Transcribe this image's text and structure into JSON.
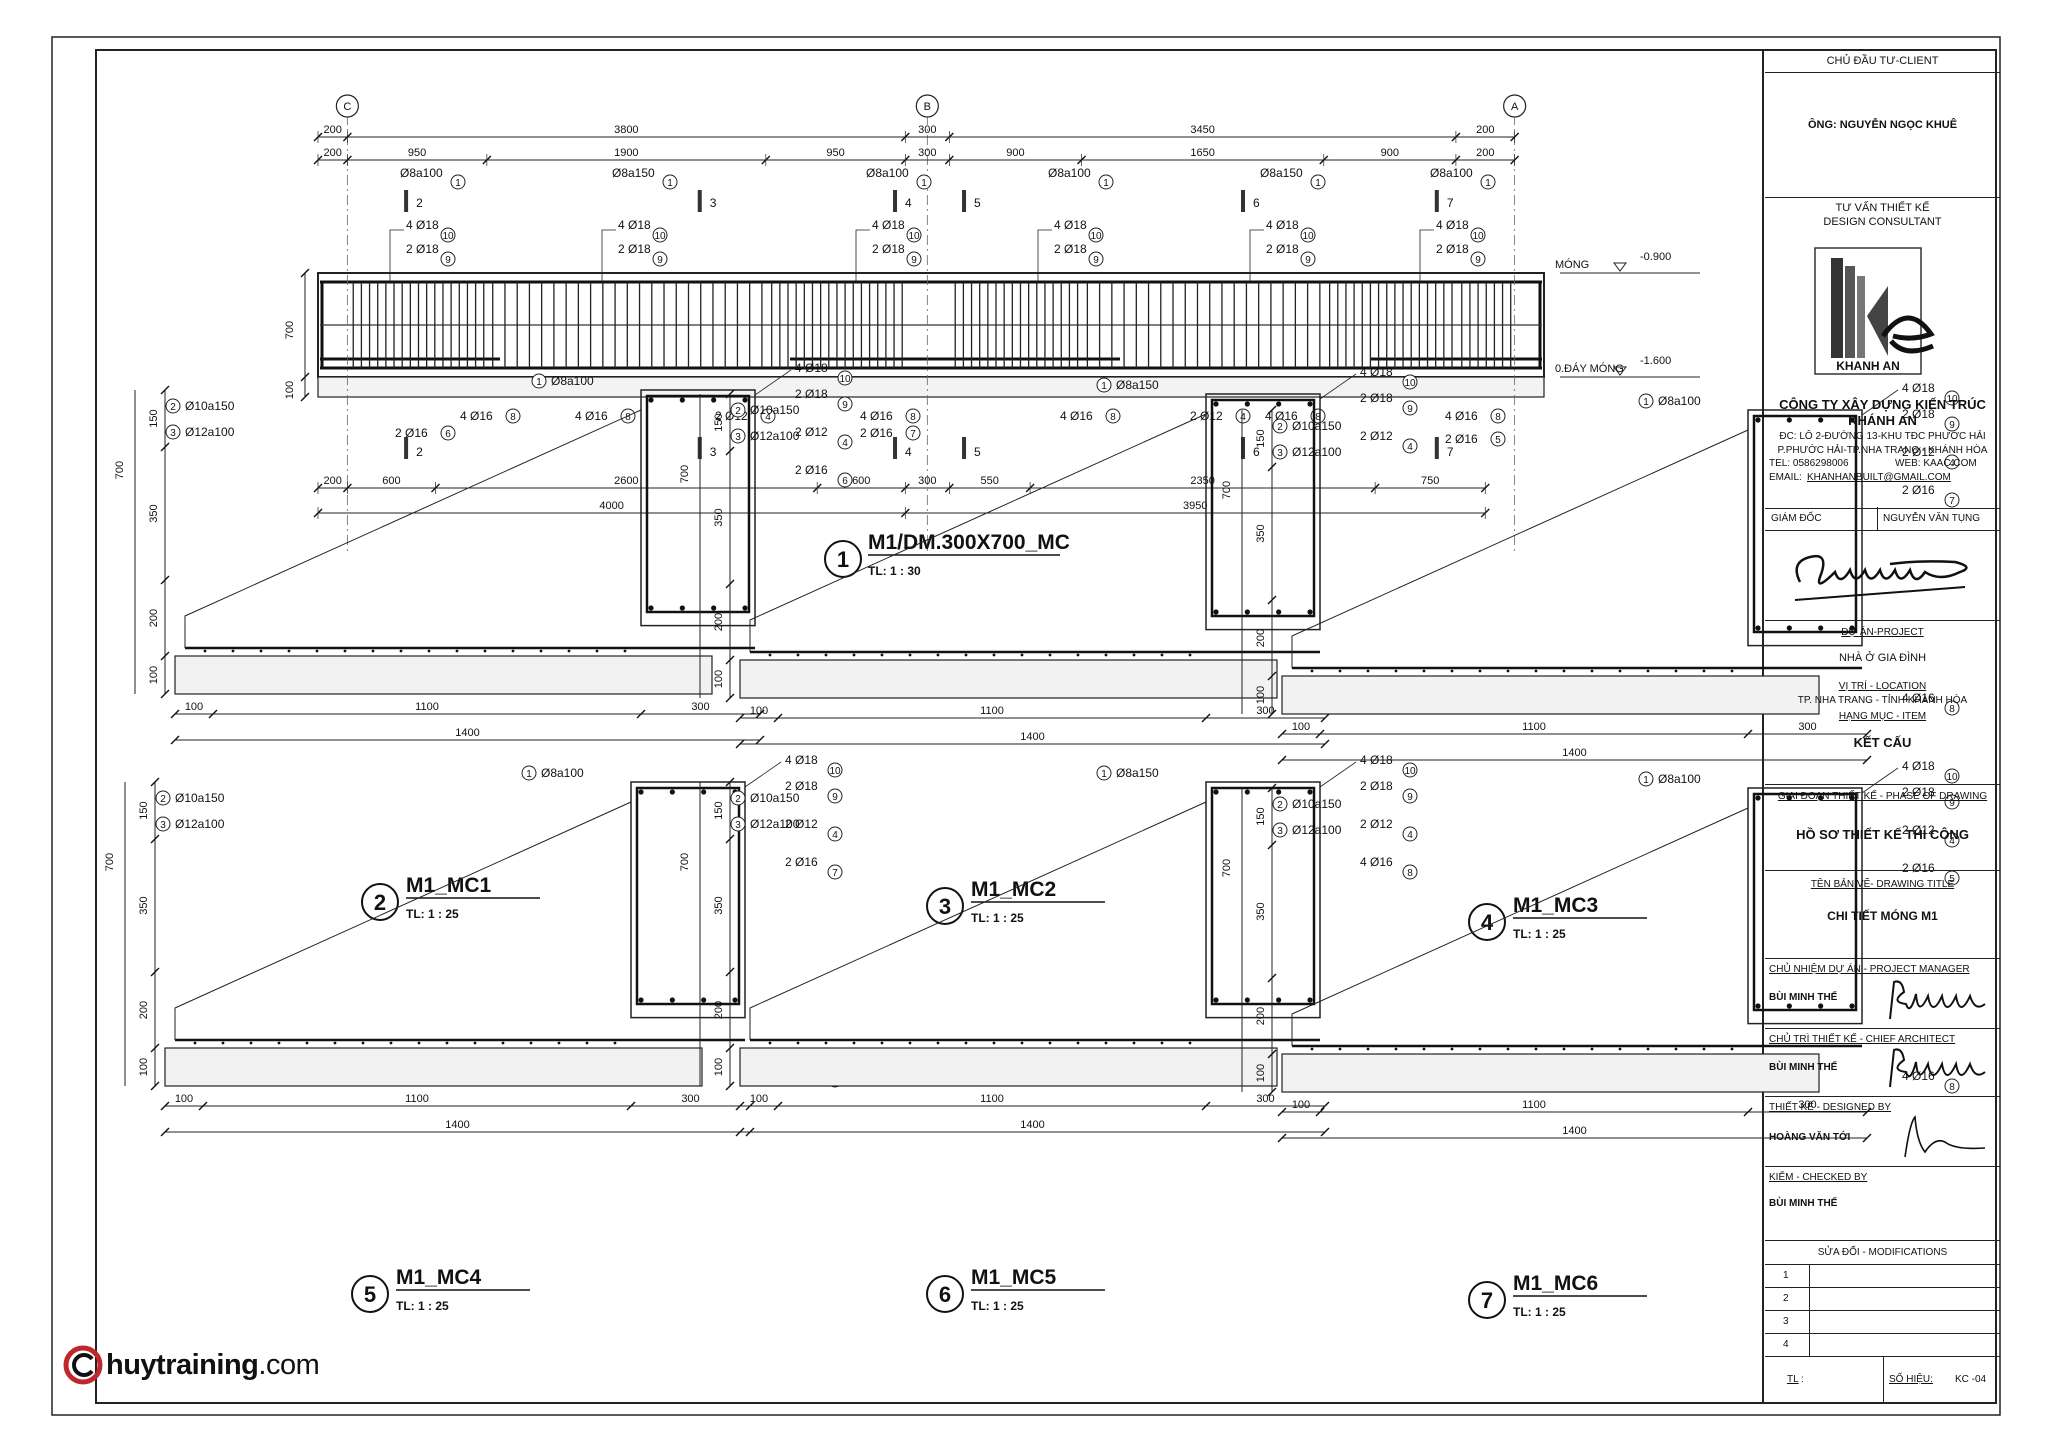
{
  "client": {
    "header": "CHỦ ĐẦU TƯ-CLIENT",
    "name": "ÔNG: NGUYỄN NGỌC KHUÊ"
  },
  "consultant": {
    "header": "TƯ VẤN THIẾT KẾ",
    "header_en": "DESIGN CONSULTANT",
    "logo_text": "KHANH AN"
  },
  "company": {
    "name": "CÔNG TY XÂY DỰNG KIẾN TRÚC",
    "name2": "KHÁNH AN",
    "addr1": "ĐC: LÔ 2-ĐƯỜNG 13-KHU TĐC PHƯỚC HẢI",
    "addr2": "P.PHƯỚC HẢI-TP.NHA TRANG - KHÁNH HÒA",
    "phone": "TEL: 0586298006",
    "web": "WEB: KAAC.COM",
    "email_label": "EMAIL:",
    "email": "KHANHANBUILT@GMAIL.COM"
  },
  "director": {
    "label": "GIÁM ĐỐC",
    "name": "NGUYỄN VĂN TỤNG"
  },
  "project": {
    "label": "DỰ ÁN-PROJECT",
    "value": "NHÀ Ở GIA ĐÌNH",
    "loc_label": "VỊ TRÍ - LOCATION",
    "loc": "TP. NHA TRANG - TỈNH KHÁNH HÒA",
    "item_label": "HẠNG MỤC - ITEM",
    "item": "KẾT CẤU"
  },
  "phase": {
    "label": "GIAI ĐOẠN THIẾT KẾ - PHASE OF DRAWING",
    "value": "HỒ SƠ THIẾT KẾ THI CÔNG"
  },
  "drawing": {
    "label": "TÊN BẢN VẼ- DRAWING TITLE",
    "value": "CHI TIẾT MÓNG M1"
  },
  "pm": {
    "label": "CHỦ NHIỆM DỰ ÁN - PROJECT MANAGER",
    "name": "BÙI MINH THẾ"
  },
  "chief": {
    "label": "CHỦ TRÌ THIẾT KẾ - CHIEF ARCHITECT",
    "name": "BÙI MINH THẾ"
  },
  "designer": {
    "label": "THIẾT KẾ -  DESIGNED BY",
    "name": "HOÀNG VĂN TỚI"
  },
  "checker": {
    "label": "KIỂM - CHECKED BY",
    "name": "BÙI MINH THẾ"
  },
  "mods": {
    "label": "SỬA ĐỔI - MODIFICATIONS",
    "rows": [
      "1",
      "2",
      "3",
      "4"
    ]
  },
  "footer": {
    "scale_label": "TL",
    "scale_colon": ":",
    "sheet_label": "SỐ HIỆU:",
    "sheet_no": "KC -04"
  },
  "watermark": {
    "brand": "huytraining",
    "suffix": ".com"
  },
  "elevation": {
    "title": "M1/DM.300X700_MC",
    "scale": "TL: 1 : 30",
    "num": "1",
    "grids": [
      "C",
      "B",
      "A"
    ],
    "top_dims1": [
      "200",
      "3800",
      "300",
      "3450",
      "200"
    ],
    "top_dims2": [
      "200",
      "950",
      "1900",
      "950",
      "300",
      "900",
      "1650",
      "900",
      "200"
    ],
    "bot_dims1": [
      "200",
      "600",
      "2600",
      "600",
      "300",
      "550",
      "2350",
      "750"
    ],
    "bot_dims2": [
      "4000",
      "3950"
    ],
    "height_dims": [
      "700",
      "100"
    ],
    "levels": [
      {
        "name": "MÓNG",
        "value": "-0.900"
      },
      {
        "name": "0.ĐÁY MÓNG",
        "value": "-1.600"
      }
    ],
    "top_labels": [
      {
        "stirrup": "Ø8a100",
        "n1": "1",
        "bar1": "4 Ø18",
        "n2": "10",
        "bar2": "2 Ø18",
        "n3": "9"
      },
      {
        "stirrup": "Ø8a150",
        "n1": "1",
        "bar1": "4 Ø18",
        "n2": "10",
        "bar2": "2 Ø18",
        "n3": "9"
      },
      {
        "stirrup": "Ø8a100",
        "n1": "1",
        "bar1": "4 Ø18",
        "n2": "10",
        "bar2": "2 Ø18",
        "n3": "9"
      },
      {
        "stirrup": "Ø8a100",
        "n1": "1",
        "bar1": "4 Ø18",
        "n2": "10",
        "bar2": "2 Ø18",
        "n3": "9"
      },
      {
        "stirrup": "Ø8a150",
        "n1": "1",
        "bar1": "4 Ø18",
        "n2": "10",
        "bar2": "2 Ø18",
        "n3": "9"
      },
      {
        "stirrup": "Ø8a100",
        "n1": "1",
        "bar1": "4 Ø18",
        "n2": "10",
        "bar2": "2 Ø18",
        "n3": "9"
      }
    ],
    "bot_labels": [
      {
        "text": "4 Ø16",
        "n": "8"
      },
      {
        "text": "2 Ø16",
        "n": "6"
      },
      {
        "text": "4 Ø16",
        "n": "8"
      },
      {
        "text": "2 Ø12",
        "n": "4"
      },
      {
        "text": "4 Ø16",
        "n": "8"
      },
      {
        "text": "2 Ø16",
        "n": "7"
      },
      {
        "text": "4 Ø16",
        "n": "8"
      },
      {
        "text": "2 Ø12",
        "n": "4"
      },
      {
        "text": "4 Ø16",
        "n": "8"
      },
      {
        "text": "4 Ø16",
        "n": "8"
      },
      {
        "text": "2 Ø16",
        "n": "5"
      }
    ],
    "cuts": [
      "2",
      "3",
      "4",
      "5",
      "6",
      "7"
    ]
  },
  "sections": [
    {
      "num": "2",
      "title": "M1_MC1",
      "scale": "TL:   1 : 25",
      "stirrup": "Ø8a100",
      "top": "4 Ø18",
      "mid_top": "2 Ø18",
      "side": "2 Ø12",
      "lower": "2 Ø16",
      "lower_n": "6",
      "bottom": "4 Ø16",
      "slab1": "Ø10a150",
      "slab1_n": "2",
      "slab2": "Ø12a100",
      "slab2_n": "3",
      "dims_h": [
        "150",
        "350",
        "200",
        "100"
      ],
      "h_total": "700",
      "dims_w": [
        "100",
        "1100",
        "300"
      ],
      "w_total": "1400"
    },
    {
      "num": "3",
      "title": "M1_MC2",
      "scale": "TL:   1 : 25",
      "stirrup": "Ø8a150",
      "top": "4 Ø18",
      "mid_top": "2 Ø18",
      "side": "2 Ø12",
      "lower": "",
      "lower_n": "",
      "bottom": "4 Ø16",
      "slab1": "Ø10a150",
      "slab1_n": "2",
      "slab2": "Ø12a100",
      "slab2_n": "3",
      "dims_h": [
        "150",
        "350",
        "200",
        "100"
      ],
      "h_total": "700",
      "dims_w": [
        "100",
        "1100",
        "300"
      ],
      "w_total": "1400"
    },
    {
      "num": "4",
      "title": "M1_MC3",
      "scale": "TL:   1 : 25",
      "stirrup": "Ø8a100",
      "top": "4 Ø18",
      "mid_top": "2 Ø18",
      "side": "2 Ø12",
      "lower": "2 Ø16",
      "lower_n": "7",
      "bottom": "4 Ø16",
      "slab1": "Ø10a150",
      "slab1_n": "2",
      "slab2": "Ø12a100",
      "slab2_n": "3",
      "dims_h": [
        "150",
        "350",
        "200",
        "100"
      ],
      "h_total": "700",
      "dims_w": [
        "100",
        "1100",
        "300"
      ],
      "w_total": "1400"
    },
    {
      "num": "5",
      "title": "M1_MC4",
      "scale": "TL:   1 : 25",
      "stirrup": "Ø8a100",
      "top": "4 Ø18",
      "mid_top": "2 Ø18",
      "side": "2 Ø12",
      "lower": "2 Ø16",
      "lower_n": "7",
      "bottom": "4 Ø16",
      "slab1": "Ø10a150",
      "slab1_n": "2",
      "slab2": "Ø12a100",
      "slab2_n": "3",
      "dims_h": [
        "150",
        "350",
        "200",
        "100"
      ],
      "h_total": "700",
      "dims_w": [
        "100",
        "1100",
        "300"
      ],
      "w_total": "1400"
    },
    {
      "num": "6",
      "title": "M1_MC5",
      "scale": "TL:   1 : 25",
      "stirrup": "Ø8a150",
      "top": "4 Ø18",
      "mid_top": "2 Ø18",
      "side": "2 Ø12",
      "lower": "4 Ø16",
      "lower_n": "8",
      "bottom": "",
      "slab1": "Ø10a150",
      "slab1_n": "2",
      "slab2": "Ø12a100",
      "slab2_n": "3",
      "dims_h": [
        "150",
        "350",
        "200",
        "100"
      ],
      "h_total": "700",
      "dims_w": [
        "100",
        "1100",
        "300"
      ],
      "w_total": "1400"
    },
    {
      "num": "7",
      "title": "M1_MC6",
      "scale": "TL:   1 : 25",
      "stirrup": "Ø8a100",
      "top": "4 Ø18",
      "mid_top": "2 Ø18",
      "side": "2 Ø12",
      "lower": "2 Ø16",
      "lower_n": "5",
      "bottom": "4 Ø16",
      "slab1": "Ø10a150",
      "slab1_n": "2",
      "slab2": "Ø12a100",
      "slab2_n": "3",
      "dims_h": [
        "150",
        "350",
        "200",
        "100"
      ],
      "h_total": "700",
      "dims_w": [
        "100",
        "1100",
        "300"
      ],
      "w_total": "1400"
    }
  ]
}
